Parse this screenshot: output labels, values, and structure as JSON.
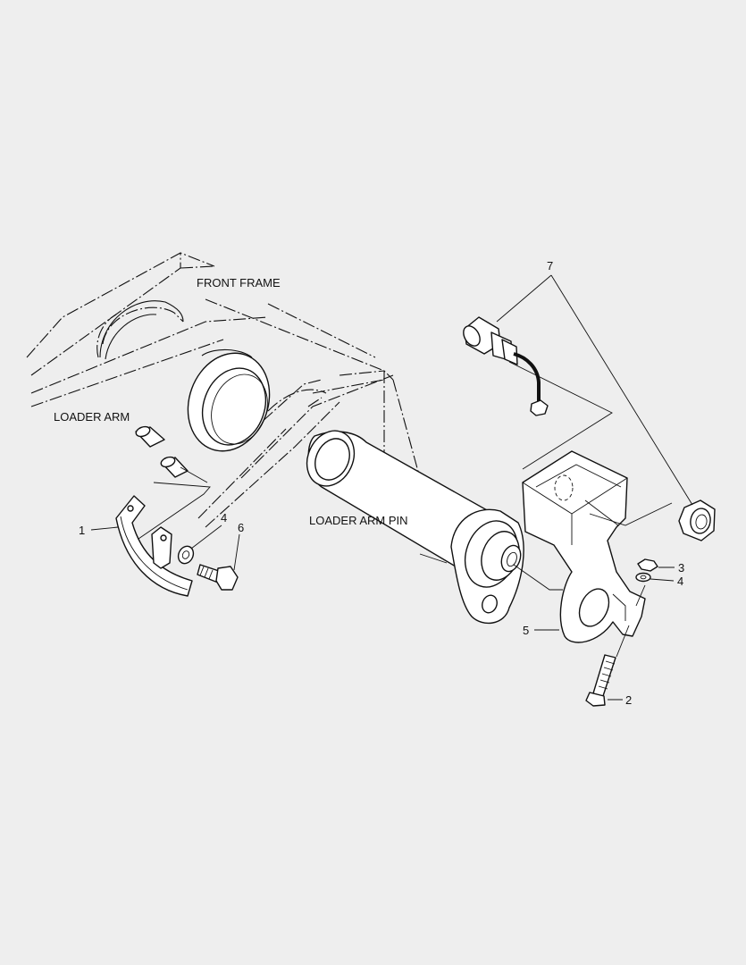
{
  "labels": {
    "front_frame": "FRONT FRAME",
    "loader_arm": "LOADER ARM",
    "loader_arm_pin": "LOADER ARM PIN"
  },
  "callouts": {
    "c1": "1",
    "c2": "2",
    "c3": "3",
    "c4_left": "4",
    "c4_right": "4",
    "c5": "5",
    "c6": "6",
    "c7": "7"
  }
}
